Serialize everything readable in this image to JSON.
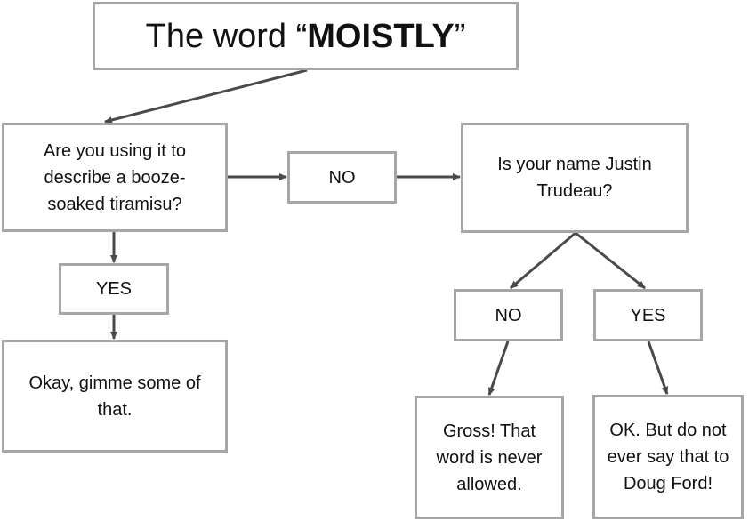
{
  "title": {
    "prefix": "The word “",
    "emphasis": "MOISTLY",
    "suffix": "”"
  },
  "nodes": {
    "question_tiramisu": "Are you using it to describe a booze-soaked tiramisu?",
    "no_left": "NO",
    "question_trudeau": "Is your name Justin Trudeau?",
    "yes_left": "YES",
    "answer_tiramisu": "Okay, gimme some of that.",
    "no_right": "NO",
    "yes_right": "YES",
    "answer_gross": "Gross! That word is never allowed.",
    "answer_ford": "OK. But do not ever say that to Doug Ford!"
  },
  "colors": {
    "box_border": "#a6a6a6",
    "arrow": "#4a4a4a",
    "text": "#111111"
  }
}
